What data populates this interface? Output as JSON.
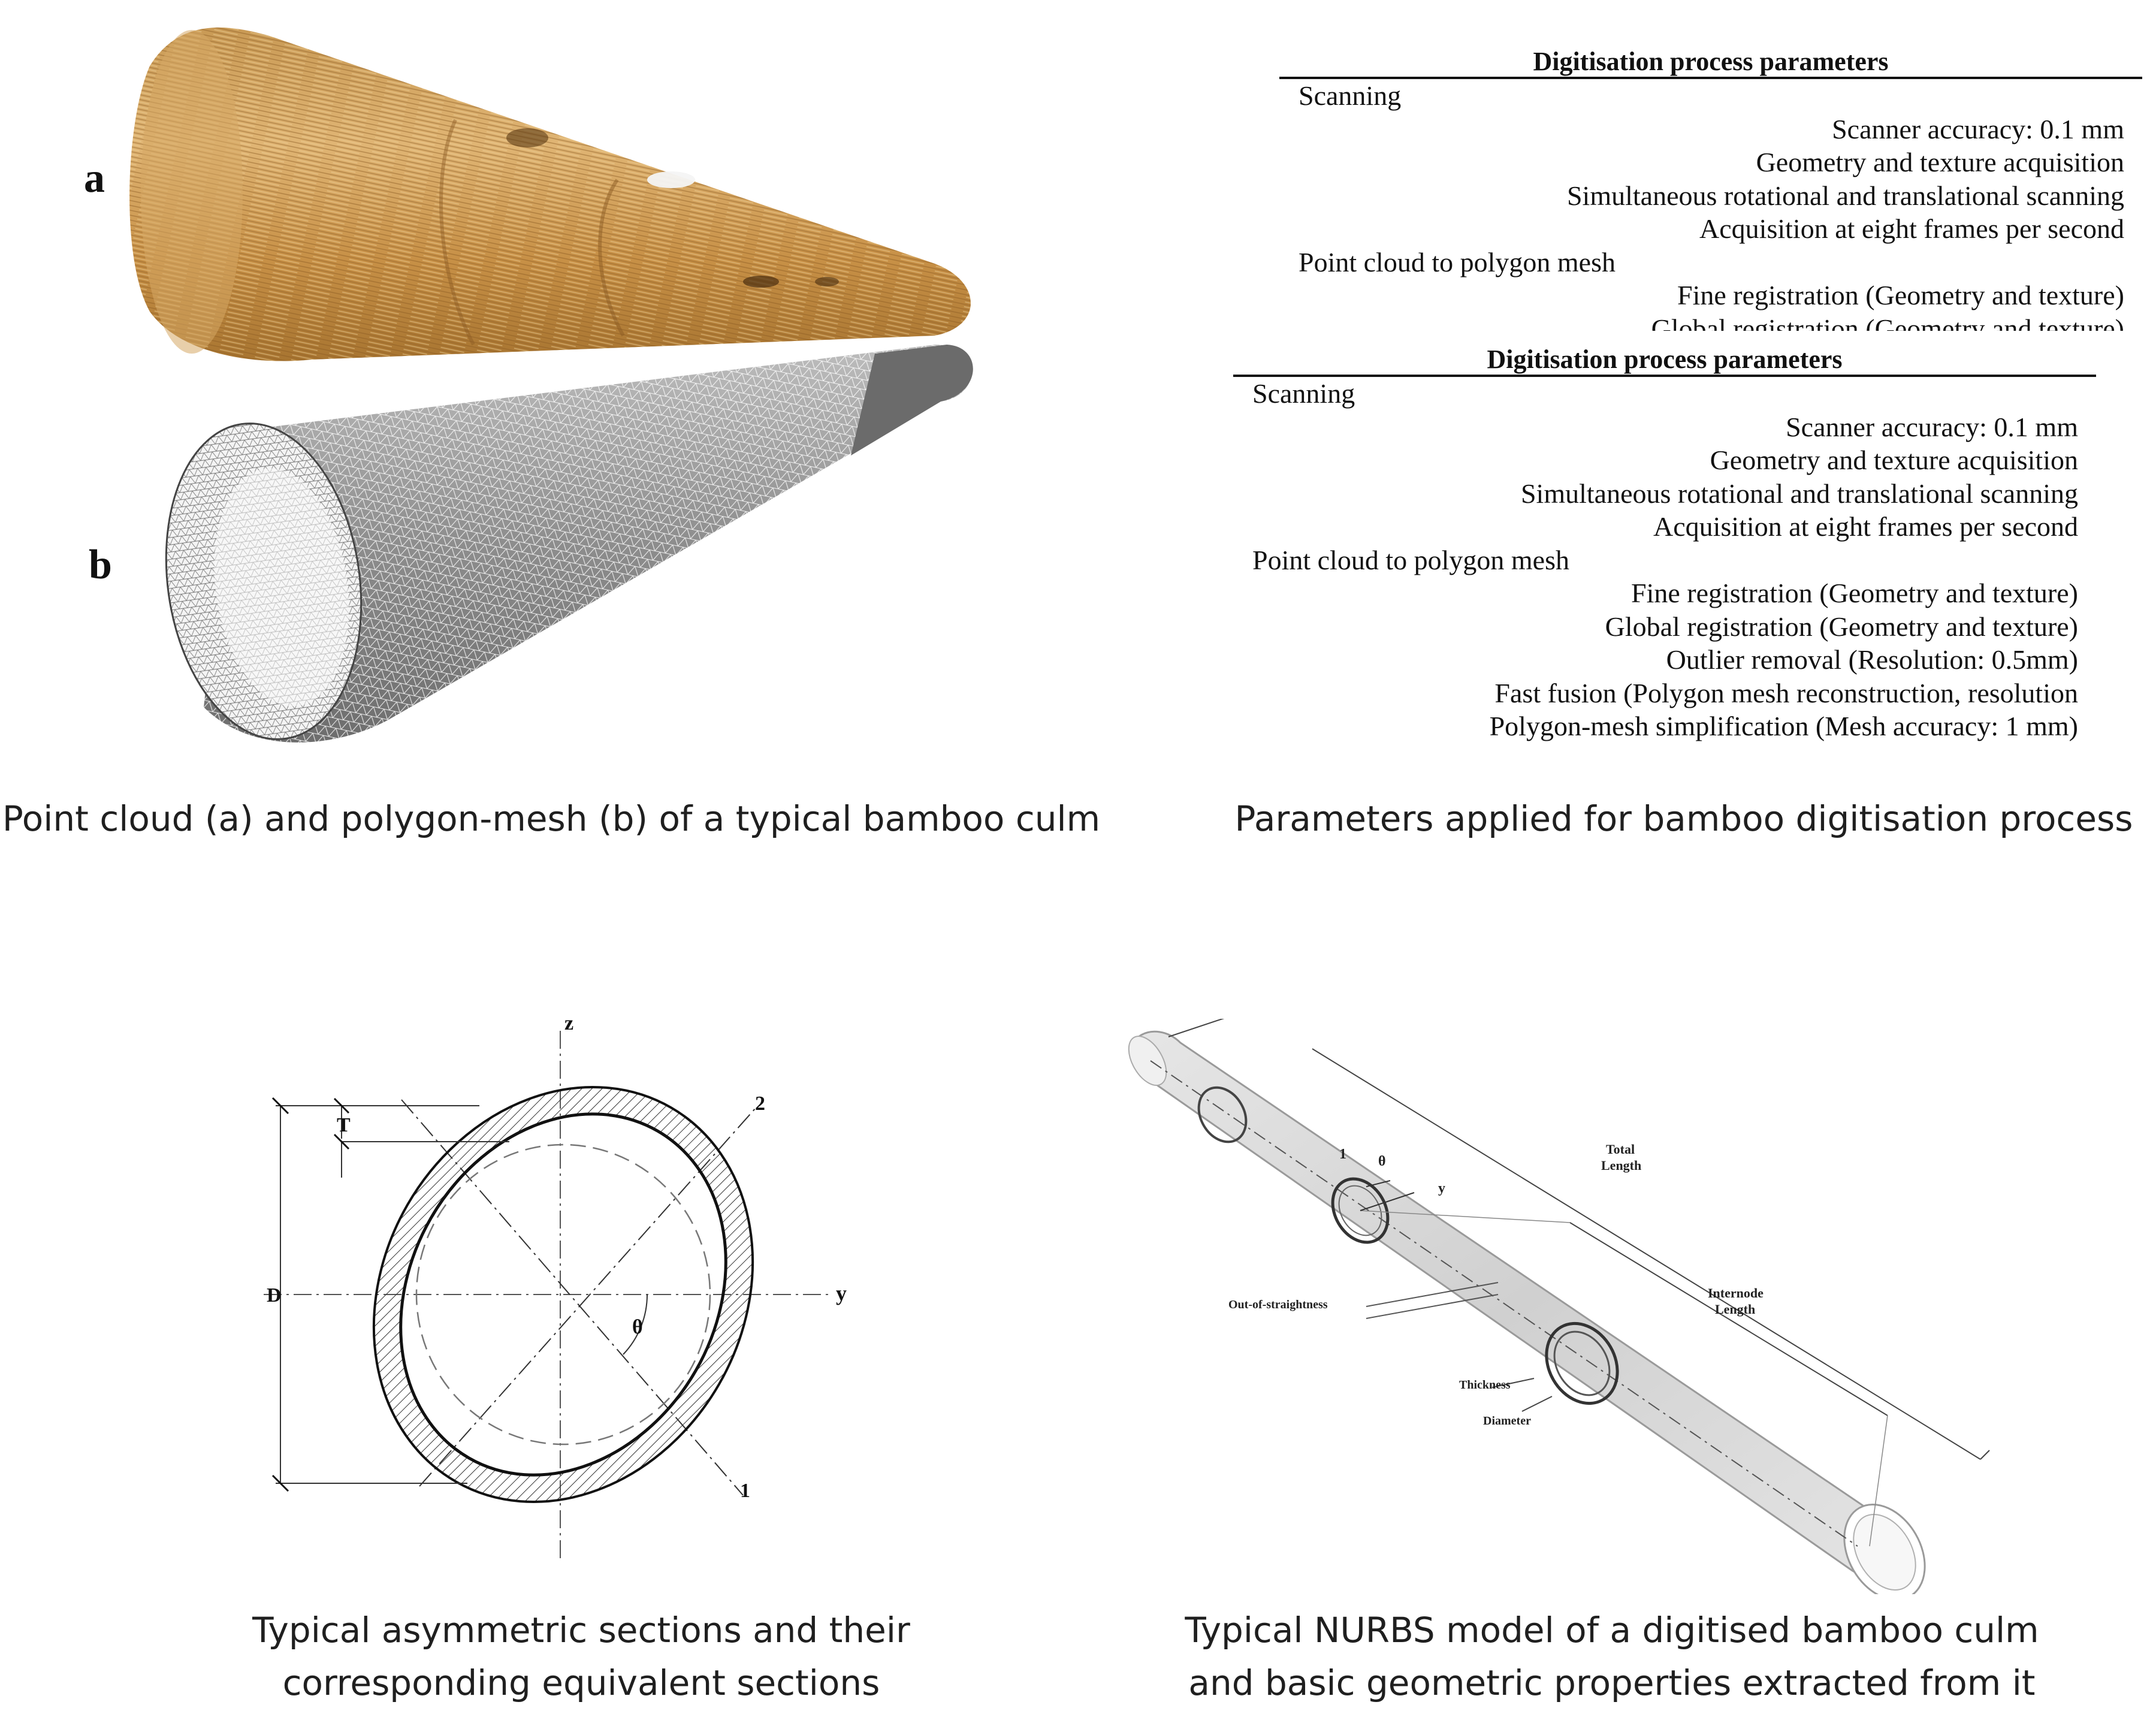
{
  "panel_a": {
    "label_a": "a",
    "label_b": "b",
    "caption": "Point cloud (a) and polygon-mesh (b) of a typical bamboo culm"
  },
  "panel_b": {
    "table_title": "Digitisation process parameters",
    "sections": [
      {
        "name": "Scanning",
        "items": [
          "Scanner accuracy: 0.1 mm",
          "Geometry and texture acquisition",
          "Simultaneous rotational and translational scanning",
          "Acquisition at eight frames per second"
        ]
      },
      {
        "name": "Point cloud to polygon mesh",
        "items": [
          "Fine registration (Geometry and texture)",
          "Global registration (Geometry and texture)",
          "Outlier removal (Resolution: 0.5mm)",
          "Fast fusion (Polygon mesh reconstruction, resolution",
          "Polygon-mesh simplification (Mesh accuracy: 1 mm)"
        ]
      }
    ],
    "caption": "Parameters applied for bamboo digitisation process"
  },
  "panel_c": {
    "labels": {
      "z": "z",
      "y": "y",
      "T": "T",
      "D": "D",
      "theta": "θ",
      "axis1": "1",
      "axis2": "2"
    },
    "caption_line1": "Typical asymmetric sections and their",
    "caption_line2": "corresponding equivalent sections"
  },
  "panel_d": {
    "labels": {
      "total_length": "Total",
      "total_length2": "Length",
      "internode_length": "Internode",
      "internode_length2": "Length",
      "out_of_straightness": "Out-of-straightness",
      "thickness": "Thickness",
      "diameter": "Diameter",
      "axis1": "1",
      "theta": "θ",
      "y": "y"
    },
    "caption_line1": "Typical NURBS model of a digitised bamboo culm",
    "caption_line2": "and basic geometric properties extracted from it"
  },
  "colors": {
    "bamboo_light": "#d9aa60",
    "bamboo_dark": "#9b6a2c",
    "mesh_grey": "#8a8a8a",
    "culm_grey": "#dcdcdc"
  }
}
